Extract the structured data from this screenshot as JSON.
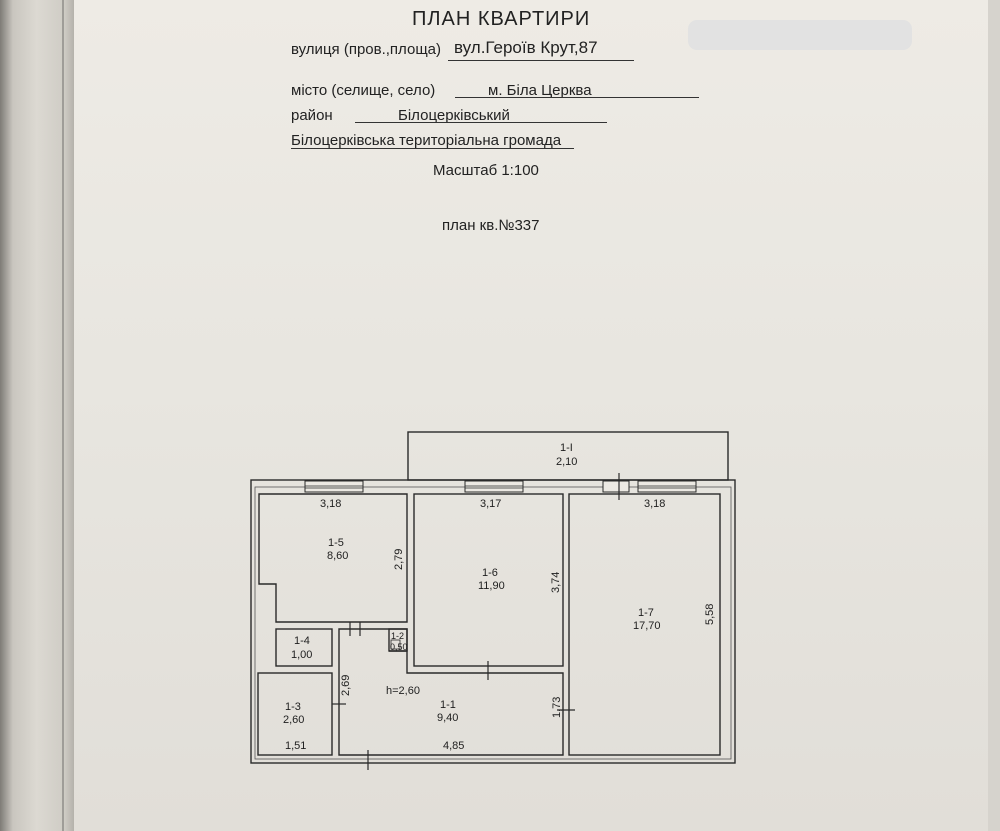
{
  "header": {
    "title": "ПЛАН КВАРТИРИ",
    "street_label": "вулиця (пров.,площа)",
    "street_value": "вул.Героїв Крут,87",
    "city_label": "місто (селище, село)",
    "city_value": "м. Біла Церква",
    "district_label": "район",
    "district_value": "Білоцерківський",
    "community_value": "Білоцерківська територіальна громада",
    "scale": "Масштаб 1:100",
    "plan_label": "план кв.№337"
  },
  "plan": {
    "balcony": {
      "id": "1-I",
      "area": "2,10"
    },
    "ceiling_height": "h=2,60",
    "rooms": {
      "r1_1": {
        "id": "1-1",
        "area": "9,40"
      },
      "r1_2": {
        "id": "1-2",
        "area": "0,50"
      },
      "r1_3": {
        "id": "1-3",
        "area": "2,60"
      },
      "r1_4": {
        "id": "1-4",
        "area": "1,00"
      },
      "r1_5": {
        "id": "1-5",
        "area": "8,60"
      },
      "r1_6": {
        "id": "1-6",
        "area": "11,90"
      },
      "r1_7": {
        "id": "1-7",
        "area": "17,70"
      }
    },
    "dims": {
      "w_1_5": "3,18",
      "w_1_6": "3,17",
      "w_1_7": "3,18",
      "h_1_5": "2,79",
      "h_1_6": "3,74",
      "h_1_7": "5,58",
      "w_1_3": "1,51",
      "w_1_1": "4,85",
      "h_1_1": "2,69",
      "h_corr": "1,73"
    }
  }
}
